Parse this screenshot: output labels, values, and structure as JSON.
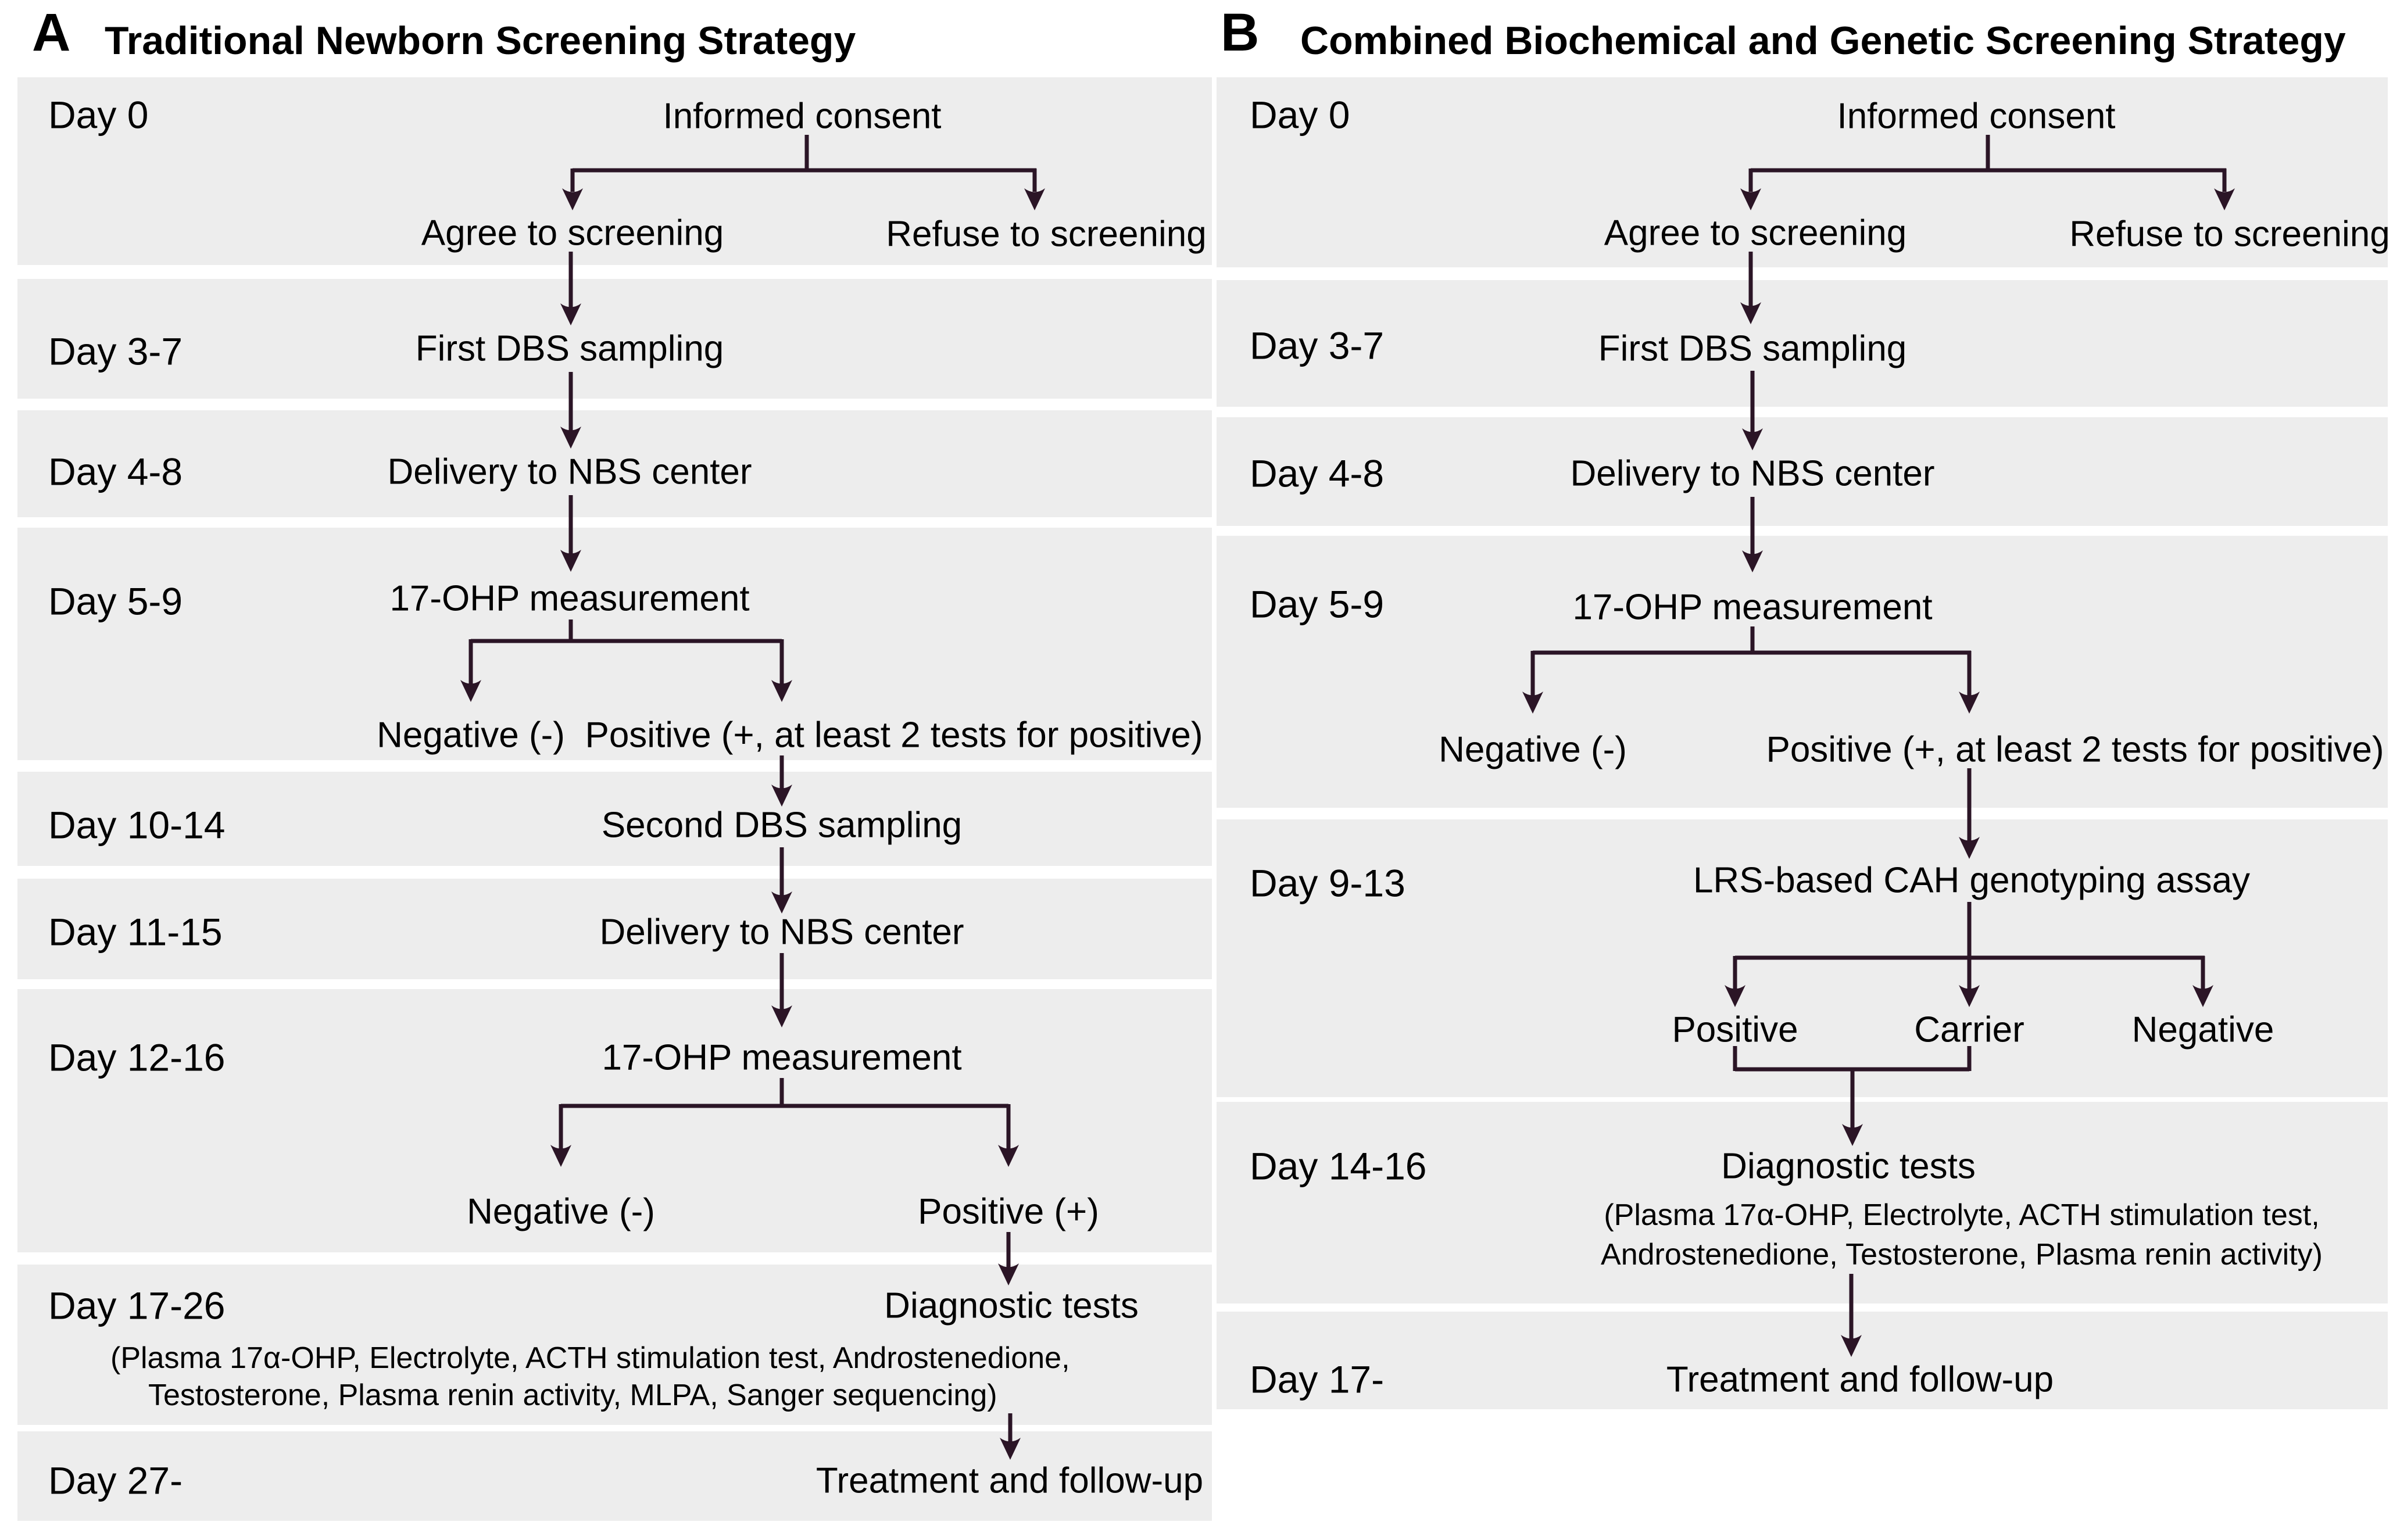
{
  "colors": {
    "band_background": "#ededed",
    "connector_line": "#2b1526",
    "text": "#000000"
  },
  "panel_a": {
    "letter": "A",
    "title": "Traditional Newborn Screening Strategy",
    "days": [
      "Day 0",
      "Day 3-7",
      "Day 4-8",
      "Day 5-9",
      "Day 10-14",
      "Day 11-15",
      "Day 12-16",
      "Day 17-26",
      "Day 27-"
    ],
    "nodes": {
      "informed_consent": "Informed consent",
      "agree": "Agree to screening",
      "refuse": "Refuse to screening",
      "first_dbs": "First DBS sampling",
      "delivery_1": "Delivery to NBS center",
      "ohp_1": "17-OHP measurement",
      "negative_1": "Negative (-)",
      "positive_1": "Positive (+, at least 2 tests for positive)",
      "second_dbs": "Second DBS sampling",
      "delivery_2": "Delivery to NBS center",
      "ohp_2": "17-OHP measurement",
      "negative_2": "Negative (-)",
      "positive_2": "Positive (+)",
      "diagnostic": "Diagnostic tests",
      "note_line_1": "(Plasma 17α-OHP, Electrolyte, ACTH stimulation test, Androstenedione,",
      "note_line_2": "Testosterone, Plasma renin activity, MLPA, Sanger sequencing)",
      "treatment": "Treatment and follow-up"
    }
  },
  "panel_b": {
    "letter": "B",
    "title": "Combined Biochemical and Genetic Screening Strategy",
    "days": [
      "Day 0",
      "Day 3-7",
      "Day 4-8",
      "Day 5-9",
      "Day 9-13",
      "Day 14-16",
      "Day 17-"
    ],
    "nodes": {
      "informed_consent": "Informed consent",
      "agree": "Agree to screening",
      "refuse": "Refuse to screening",
      "first_dbs": "First DBS sampling",
      "delivery_1": "Delivery to NBS center",
      "ohp_1": "17-OHP measurement",
      "negative_1": "Negative (-)",
      "positive_1": "Positive (+, at least 2 tests for positive)",
      "lrs_assay": "LRS-based CAH genotyping assay",
      "genotype_positive": "Positive",
      "genotype_carrier": "Carrier",
      "genotype_negative": "Negative",
      "diagnostic": "Diagnostic tests",
      "note_line_1": "(Plasma 17α-OHP, Electrolyte, ACTH stimulation test,",
      "note_line_2": "Androstenedione, Testosterone, Plasma renin activity)",
      "treatment": "Treatment and follow-up"
    }
  }
}
